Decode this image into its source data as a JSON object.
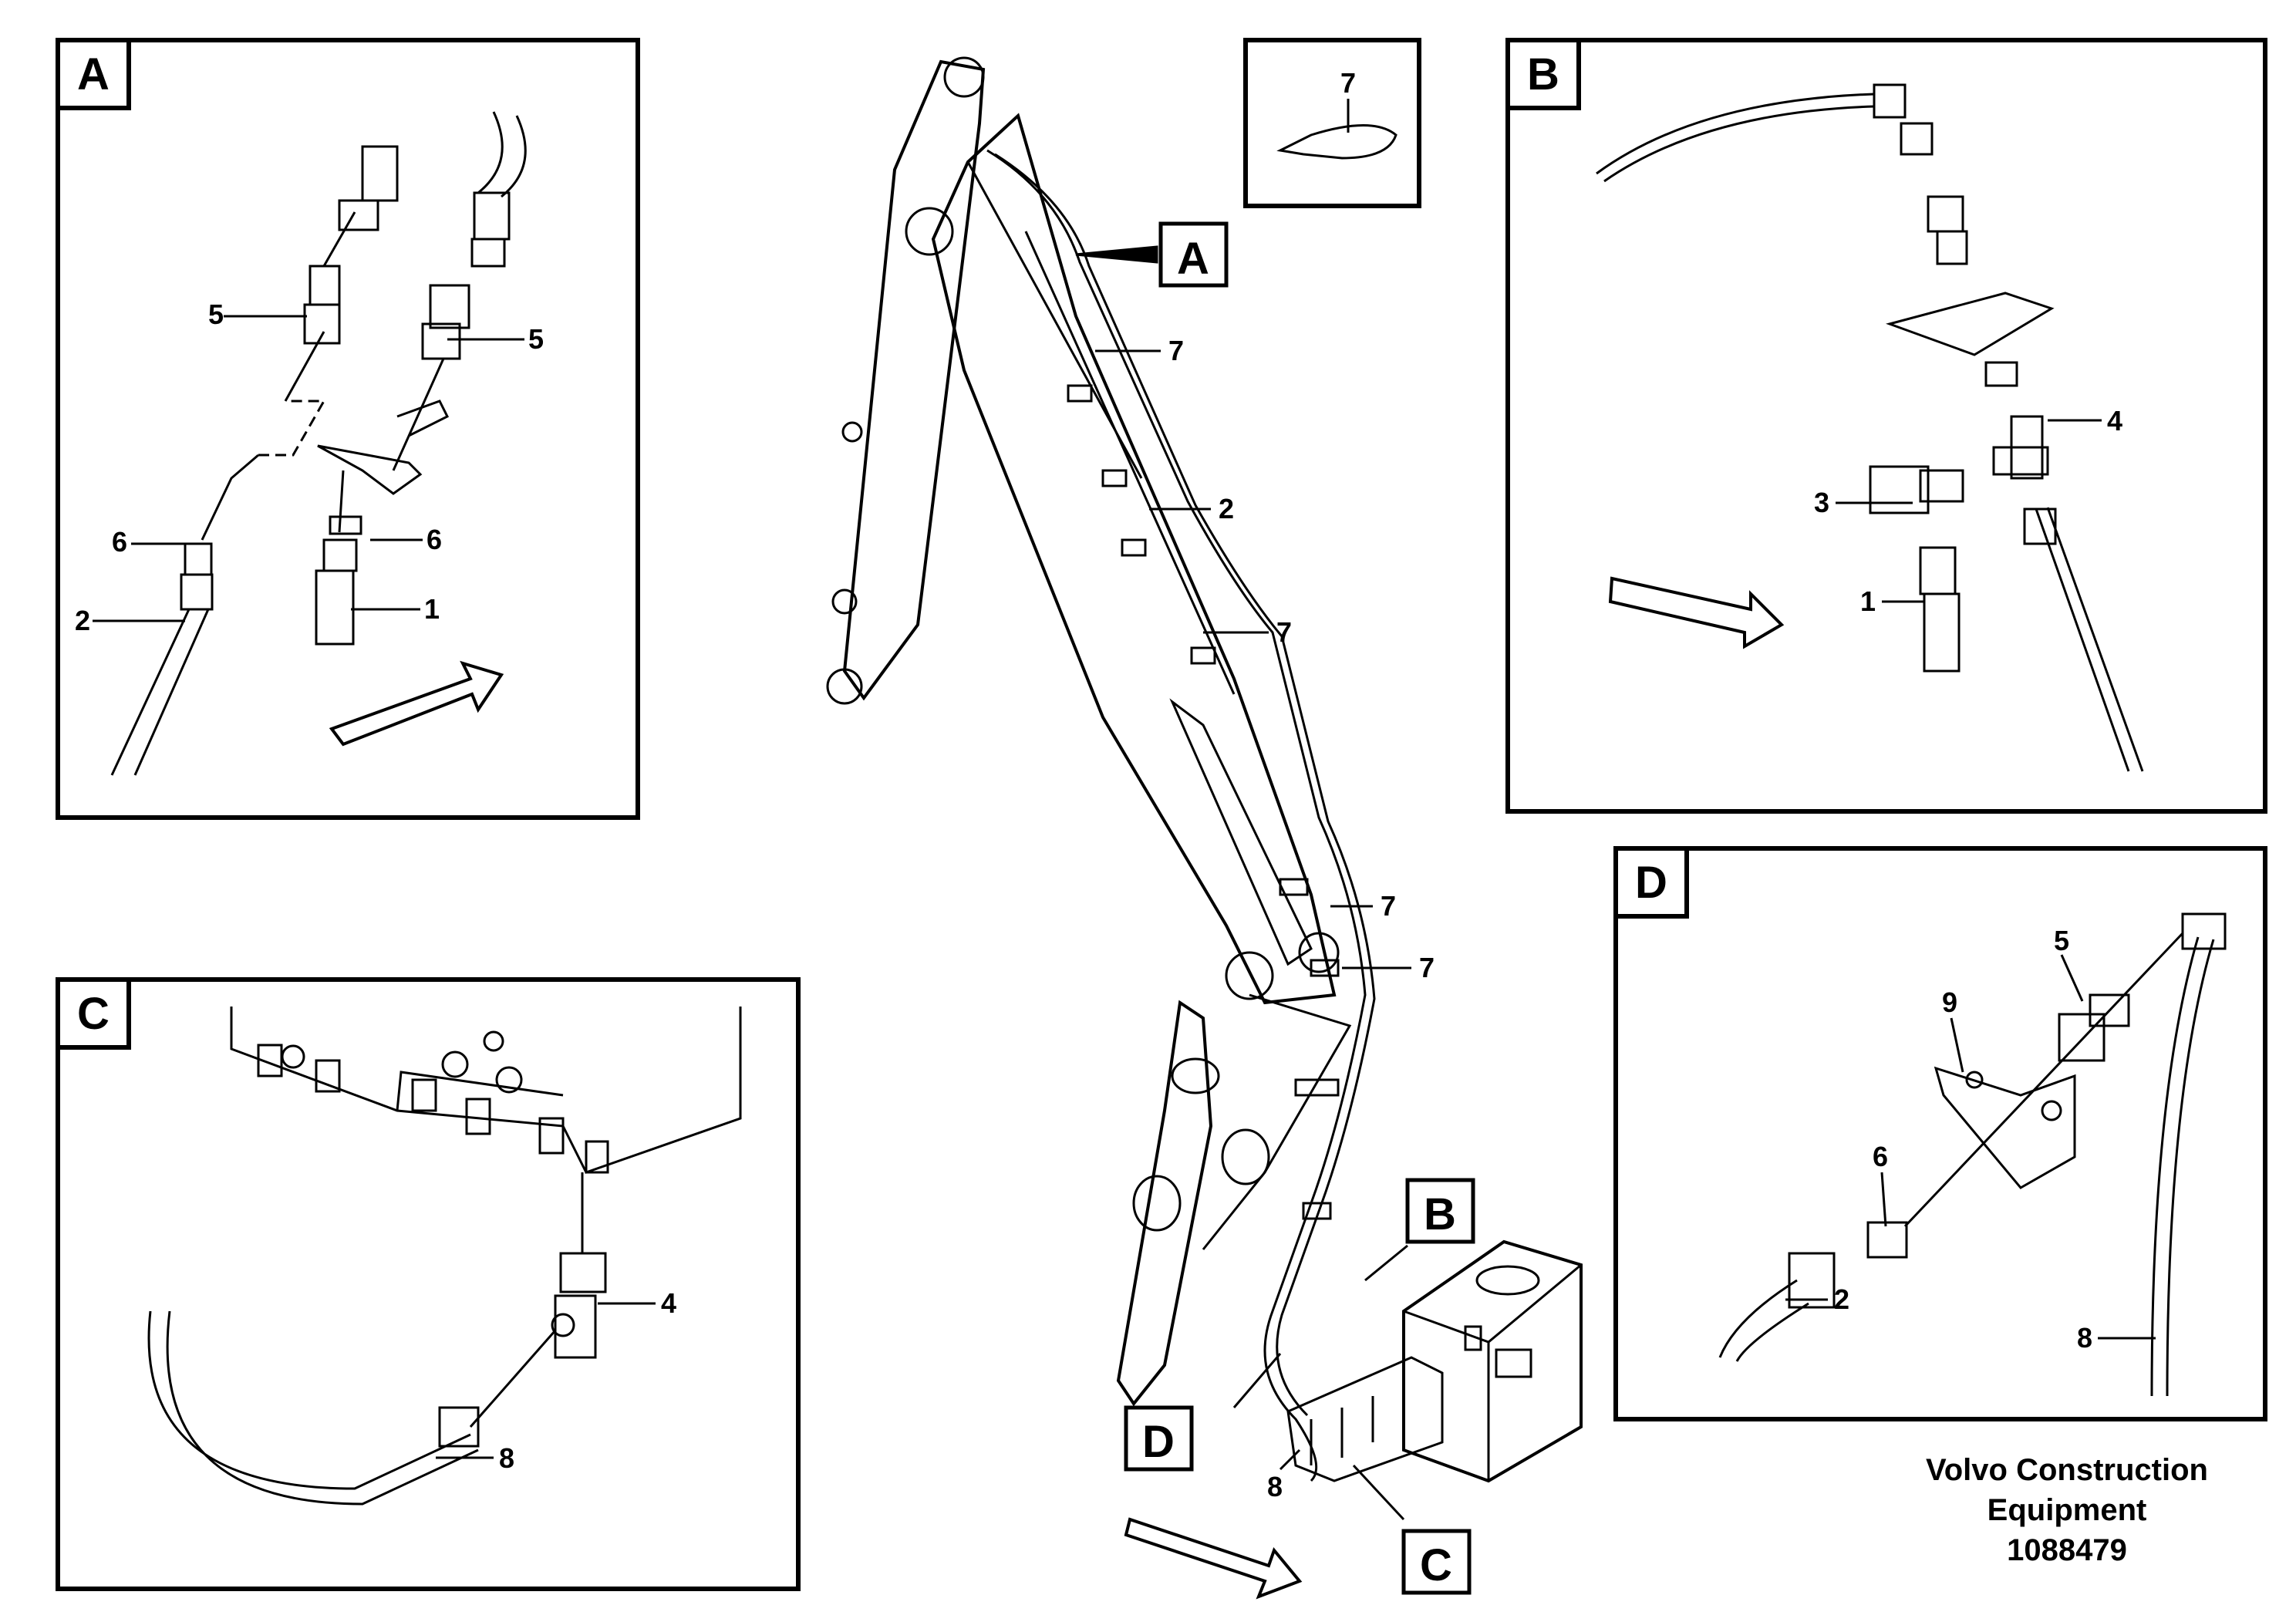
{
  "panels": {
    "A": {
      "letter": "A",
      "callouts": [
        "5",
        "5",
        "6",
        "6",
        "2",
        "1"
      ]
    },
    "B": {
      "letter": "B",
      "callouts": [
        "4",
        "3",
        "1"
      ]
    },
    "C": {
      "letter": "C",
      "callouts": [
        "4",
        "8"
      ]
    },
    "D": {
      "letter": "D",
      "callouts": [
        "5",
        "9",
        "6",
        "2",
        "8"
      ]
    },
    "tie": {
      "callout": "7"
    }
  },
  "main": {
    "markers": [
      "A",
      "B",
      "C",
      "D"
    ],
    "callouts": [
      "7",
      "2",
      "7",
      "7",
      "7",
      "8"
    ]
  },
  "credit": {
    "line1": "Volvo Construction",
    "line2": "Equipment",
    "doc_number": "1088479"
  }
}
